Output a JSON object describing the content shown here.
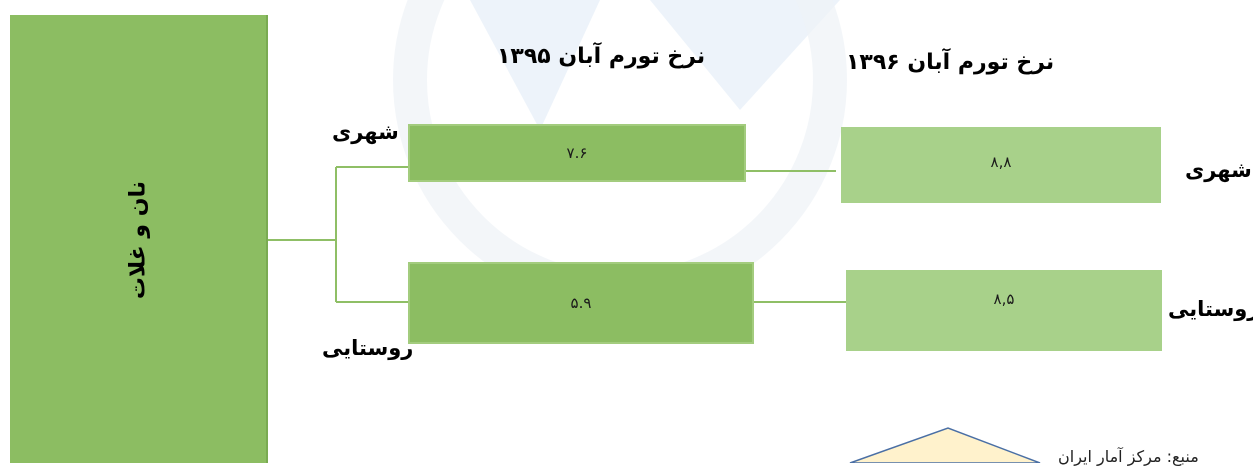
{
  "side_label": "نان و غلات",
  "headers": {
    "y1395": "نرخ تورم آبان ۱۳۹۵",
    "y1396": "نرخ تورم آبان ۱۳۹۶"
  },
  "left_labels": {
    "urban": "شهری",
    "rural": "روستایی"
  },
  "right_labels": {
    "urban": "شهری",
    "rural": "روستایی"
  },
  "values": {
    "urban_1395": "۷.۶",
    "rural_1395": "۵.۹",
    "urban_1396": "۸,۸",
    "rural_1396": "۸,۵"
  },
  "source": "منبع: مرکز آمار ایران",
  "colors": {
    "dark_green": "#8cbd62",
    "light_green": "#a8d18a",
    "line_green": "#8fbf66",
    "note_yellow": "#fff2cc"
  }
}
